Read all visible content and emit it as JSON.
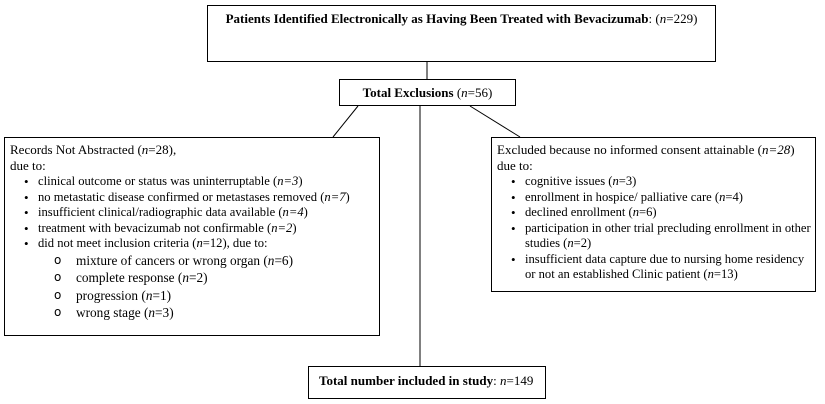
{
  "top": {
    "text": "Patients Identified Electronically as Having Been Treated with Bevacizumab",
    "n_label": "n",
    "n_value": "=229"
  },
  "exclusions": {
    "text": "Total Exclusions",
    "n_label": "n",
    "n_value": "=56"
  },
  "left": {
    "heading": "Records Not Abstracted",
    "n_label": "n",
    "n_value": "=28",
    "due": "due to:",
    "items": [
      {
        "text": "clinical outcome or status was uninterruptable",
        "n": "n=3"
      },
      {
        "text": "no metastatic disease confirmed or metastases removed",
        "n": "n=7"
      },
      {
        "text": "insufficient clinical/radiographic data available",
        "n": "n=4"
      },
      {
        "text": "treatment with bevacizumab not confirmable",
        "n": "n=2"
      },
      {
        "text": "did not meet inclusion criteria",
        "n_label": "n",
        "n_value": "=12",
        "suffix": "), due to:"
      }
    ],
    "sub_items": [
      {
        "text": "mixture of cancers or wrong organ",
        "n_label": "n",
        "n_value": "=6"
      },
      {
        "text": "complete response",
        "n_label": "n",
        "n_value": "=2"
      },
      {
        "text": "progression",
        "n_label": "n",
        "n_value": "=1"
      },
      {
        "text": "wrong stage",
        "n_label": "n",
        "n_value": "=3"
      }
    ]
  },
  "right": {
    "heading": "Excluded because no informed consent attainable",
    "n": "n=28",
    "due": "due to:",
    "items": [
      {
        "text": "cognitive issues",
        "n_label": "n",
        "n_value": "=3"
      },
      {
        "text": "enrollment in hospice/ palliative care",
        "n_label": "n",
        "n_value": "=4"
      },
      {
        "text": "declined enrollment",
        "n_label": "n",
        "n_value": "=6"
      },
      {
        "text": "participation in other trial precluding enrollment in other studies",
        "n_label": "n",
        "n_value": "=2"
      },
      {
        "text": "insufficient data capture due to nursing home residency or not an established Clinic patient",
        "n_label": "n",
        "n_value": "=13"
      }
    ]
  },
  "bottom": {
    "text": "Total number included in study",
    "n_label": "n",
    "n_value": "=149"
  }
}
